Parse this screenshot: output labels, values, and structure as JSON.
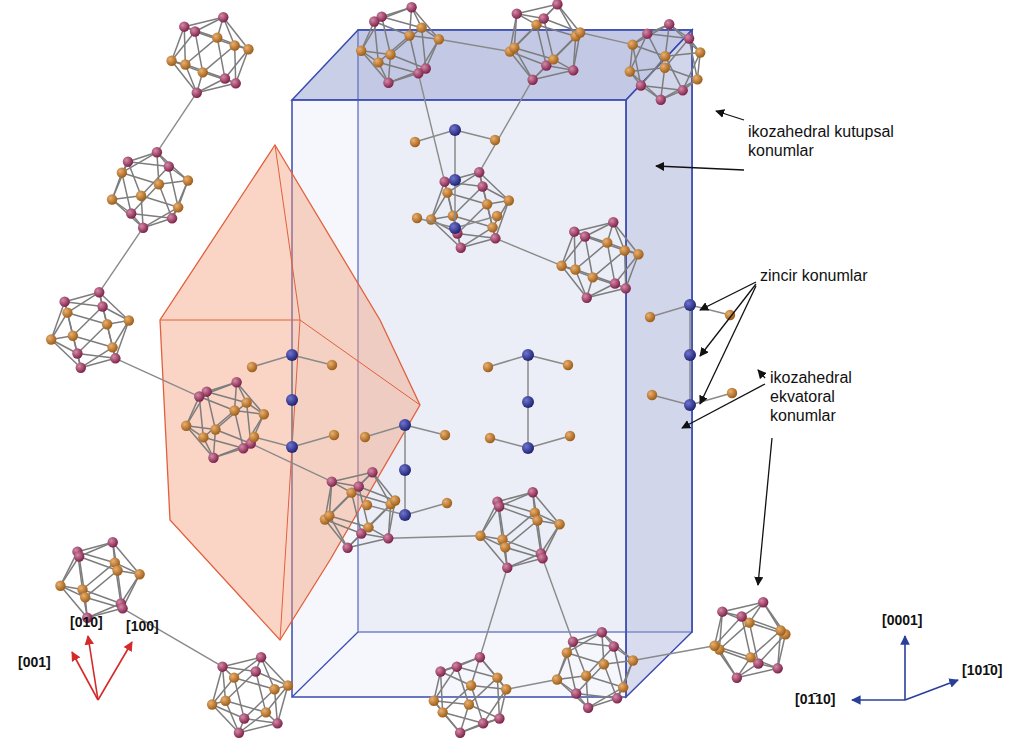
{
  "diagram": {
    "labels": [
      "ikozahedral kutupsal konumlar",
      "zincir konumlar",
      "ikozahedral ekvatoral konumlar",
      "[001]",
      "[010]",
      "[100]",
      "[0001]",
      "[01̄10]",
      "[101̄0]"
    ]
  }
}
